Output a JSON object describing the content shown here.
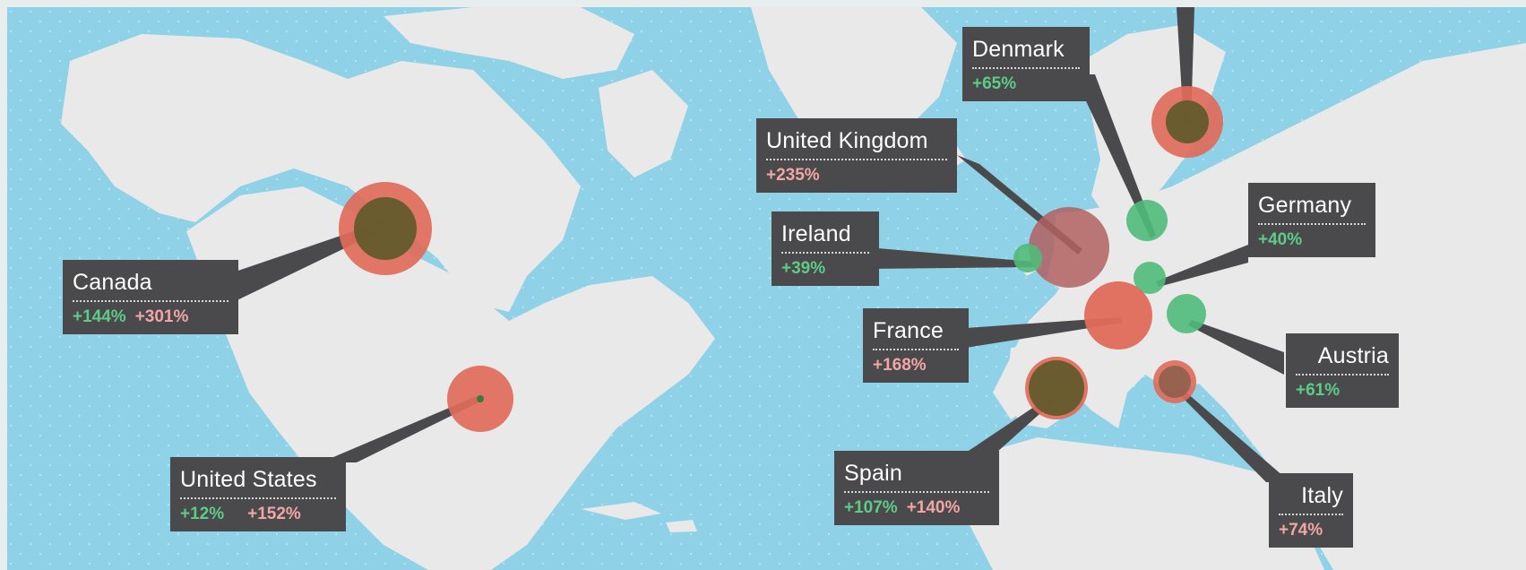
{
  "colors": {
    "ocean": "#8fd1e6",
    "land": "#e9e9e9",
    "label_bg": "#4a4a4c",
    "green_value": "#5dcc86",
    "pink_value": "#f2a5a5",
    "bubble_red": "#e06a5a",
    "bubble_green": "#4fbb7a",
    "bubble_dark": "#5f5a2a"
  },
  "countries": [
    {
      "id": "canada",
      "name": "Canada",
      "green": "+144%",
      "pink": "+301%"
    },
    {
      "id": "united-states",
      "name": "United States",
      "green": "+12%",
      "pink": "+152%"
    },
    {
      "id": "united-kingdom",
      "name": "United Kingdom",
      "green": "",
      "pink": "+235%"
    },
    {
      "id": "ireland",
      "name": "Ireland",
      "green": "+39%",
      "pink": ""
    },
    {
      "id": "france",
      "name": "France",
      "green": "",
      "pink": "+168%"
    },
    {
      "id": "spain",
      "name": "Spain",
      "green": "+107%",
      "pink": "+140%"
    },
    {
      "id": "denmark",
      "name": "Denmark",
      "green": "+65%",
      "pink": ""
    },
    {
      "id": "germany",
      "name": "Germany",
      "green": "+40%",
      "pink": ""
    },
    {
      "id": "austria",
      "name": "Austria",
      "green": "+61%",
      "pink": ""
    },
    {
      "id": "italy",
      "name": "Italy",
      "green": "",
      "pink": "+74%"
    }
  ]
}
